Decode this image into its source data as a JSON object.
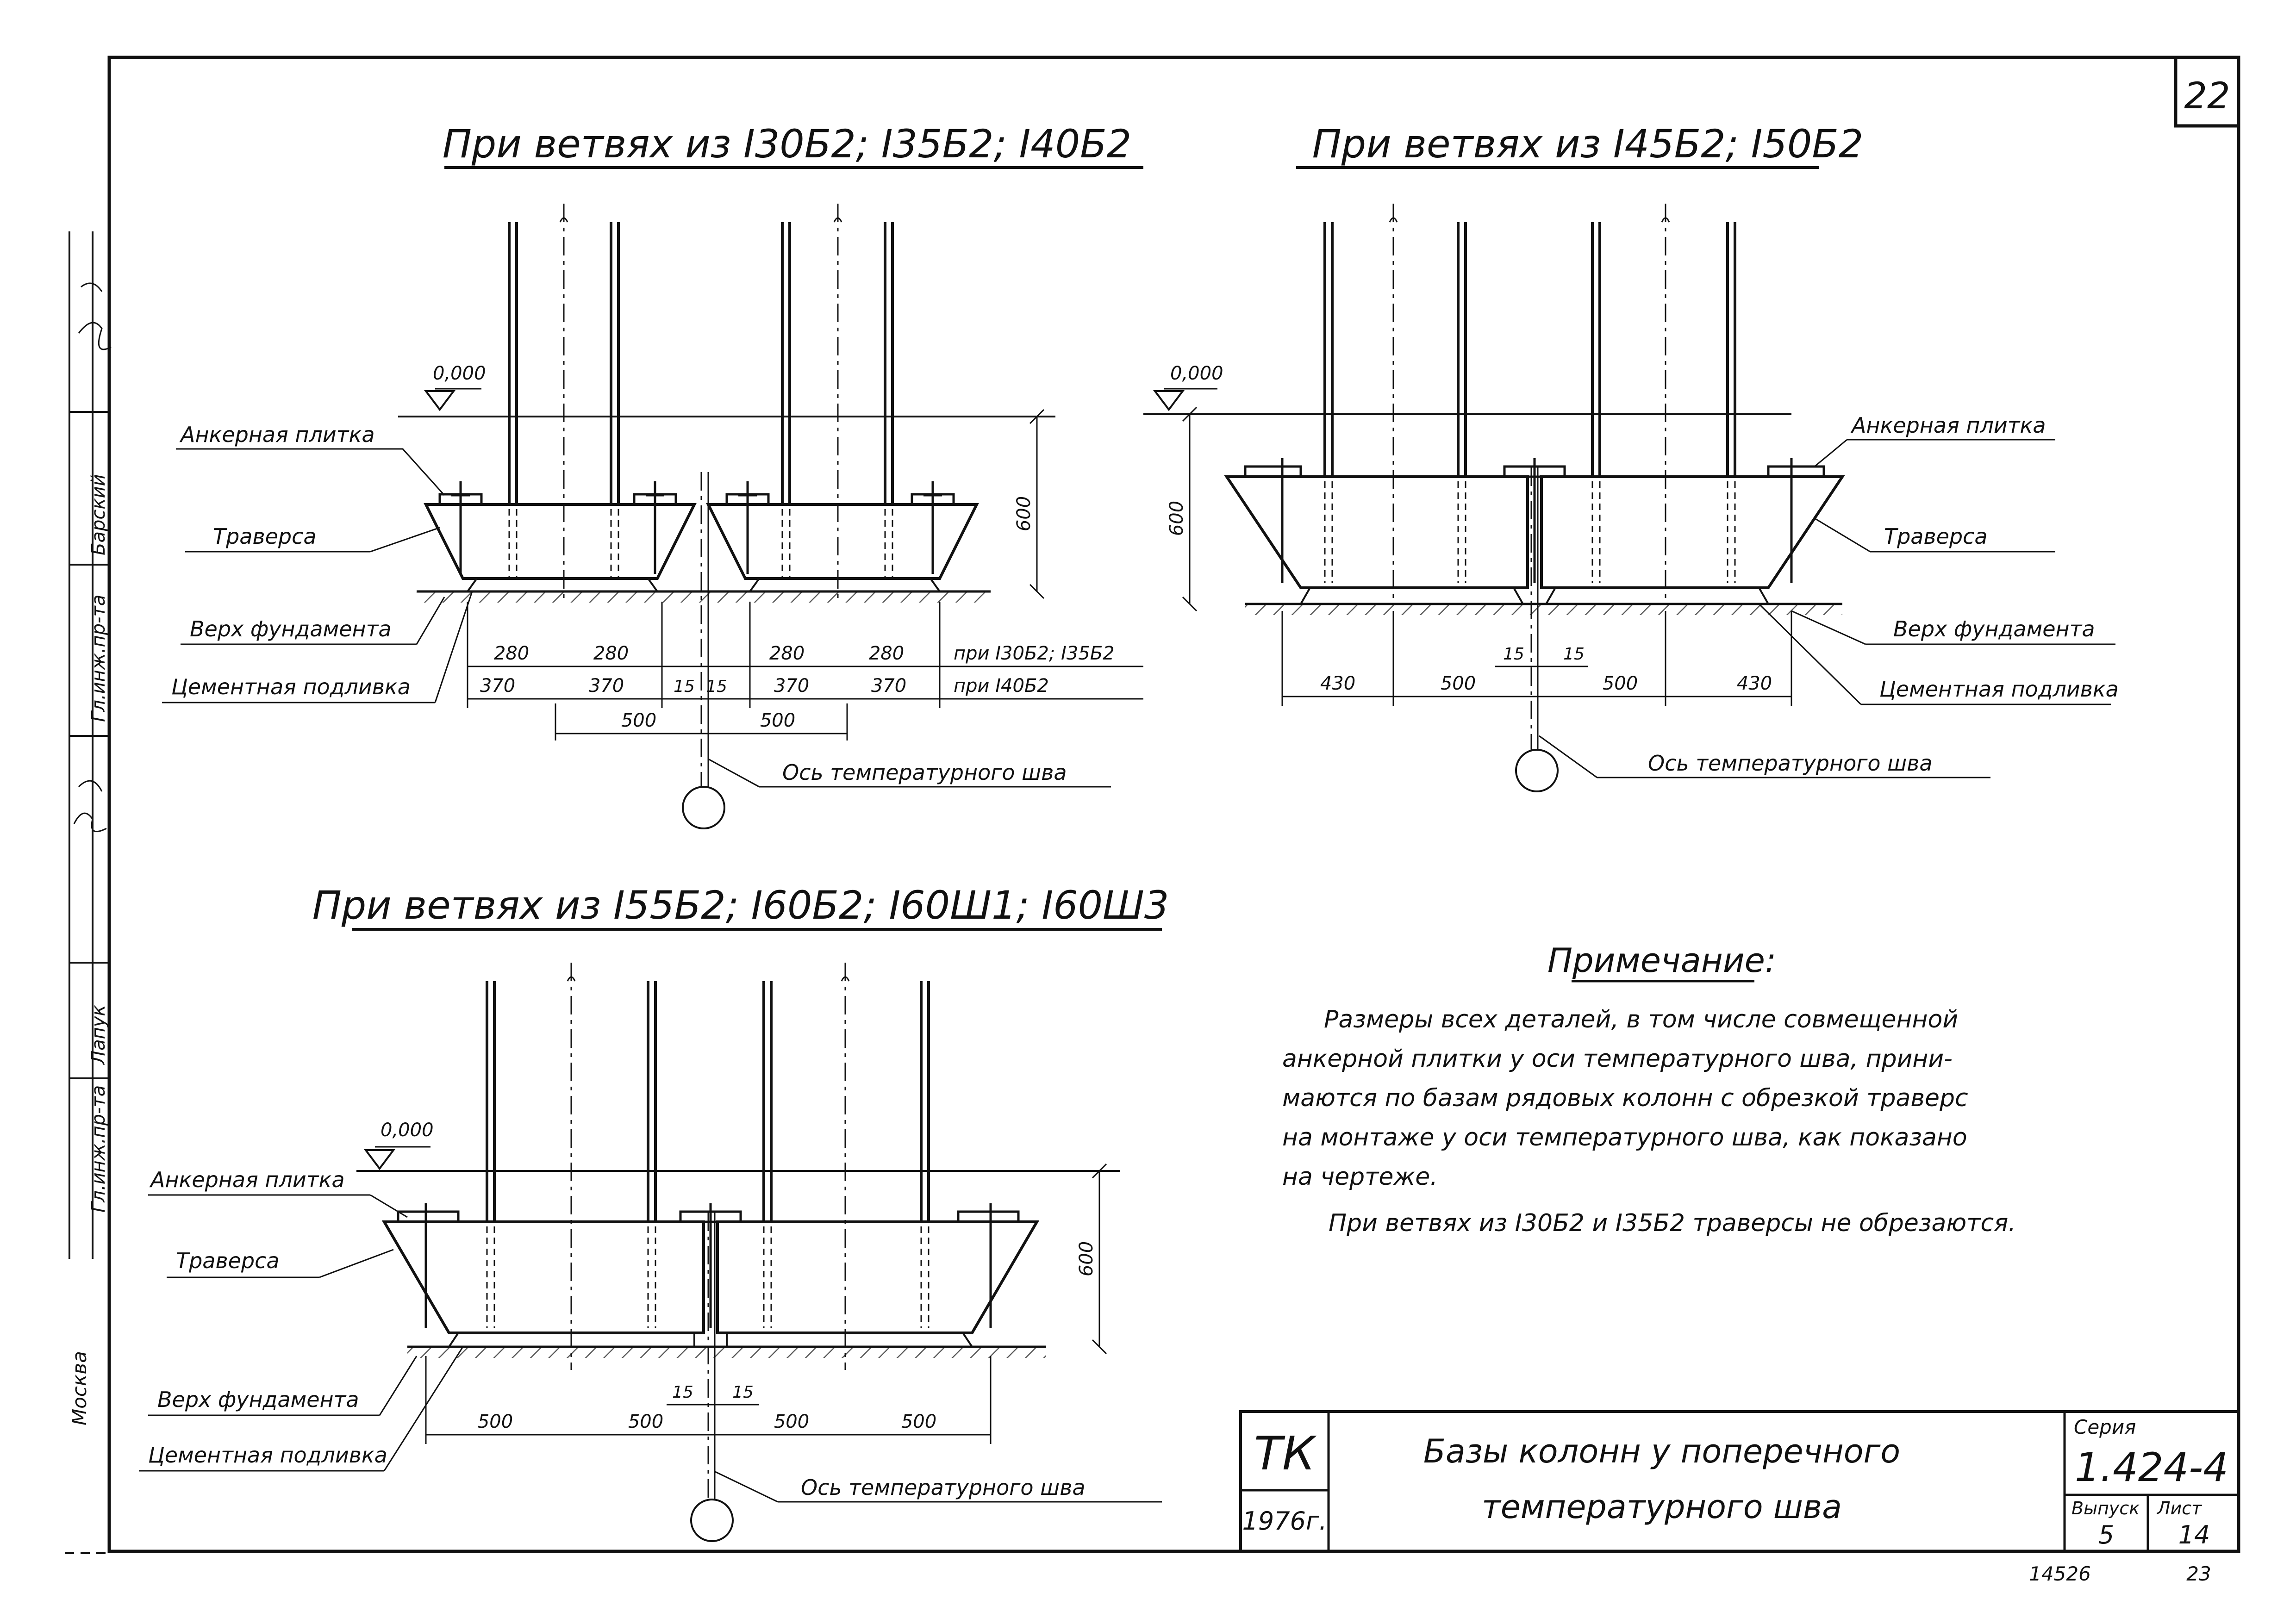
{
  "sheet": {
    "page_number": "22",
    "bottom_left_number": "14526",
    "bottom_right_number": "23"
  },
  "views": [
    {
      "title": "При ветвях из I30Б2; I35Б2; I40Б2",
      "zero_mark": "0,000",
      "height_dim": "600",
      "labels": {
        "anchor": "Анкерная плитка",
        "traverse": "Траверса",
        "foundation": "Верх фундамента",
        "grout": "Цементная подливка",
        "axis": "Ось температурного шва"
      },
      "dims_row1": [
        "280",
        "280",
        "280",
        "280"
      ],
      "dims_row1_note": "при I30Б2; I35Б2",
      "dims_row2": [
        "370",
        "370",
        "15",
        "15",
        "370",
        "370"
      ],
      "dims_row2_note": "при I40Б2",
      "dims_row3": [
        "500",
        "500"
      ]
    },
    {
      "title": "При ветвях из I45Б2; I50Б2",
      "zero_mark": "0,000",
      "height_dim": "600",
      "labels": {
        "anchor": "Анкерная плитка",
        "traverse": "Траверса",
        "foundation": "Верх фундамента",
        "grout": "Цементная подливка",
        "axis": "Ось температурного шва"
      },
      "dims_gap": [
        "15",
        "15"
      ],
      "dims_row": [
        "430",
        "500",
        "500",
        "430"
      ]
    },
    {
      "title": "При ветвях из I55Б2; I60Б2; I60Ш1; I60Ш3",
      "zero_mark": "0,000",
      "height_dim": "600",
      "labels": {
        "anchor": "Анкерная плитка",
        "traverse": "Траверса",
        "foundation": "Верх фундамента",
        "grout": "Цементная подливка",
        "axis": "Ось температурного шва"
      },
      "dims_gap": [
        "15",
        "15"
      ],
      "dims_row": [
        "500",
        "500",
        "500",
        "500"
      ]
    }
  ],
  "note": {
    "heading": "Примечание:",
    "lines": [
      "Размеры всех деталей, в том числе совмещенной",
      "анкерной плитки у оси температурного шва, прини-",
      "маются по базам рядовых колонн с обрезкой траверс",
      "на монтаже у оси температурного шва, как показано",
      "на чертеже.",
      "При ветвях из I30Б2 и I35Б2 траверсы не обрезаются."
    ]
  },
  "title_block": {
    "org": "ТК",
    "year": "1976г.",
    "title_line1": "Базы колонн у поперечного",
    "title_line2": "температурного шва",
    "series_label": "Серия",
    "series_value": "1.424-4",
    "issue_label": "Выпуск",
    "issue_value": "5",
    "sheet_label": "Лист",
    "sheet_value": "14"
  },
  "side_stamp": {
    "rows": [
      "Гл.инж.пр-та",
      "Барский",
      "Гл.инж.пр-та",
      "Лапук"
    ],
    "city": "Москва"
  }
}
